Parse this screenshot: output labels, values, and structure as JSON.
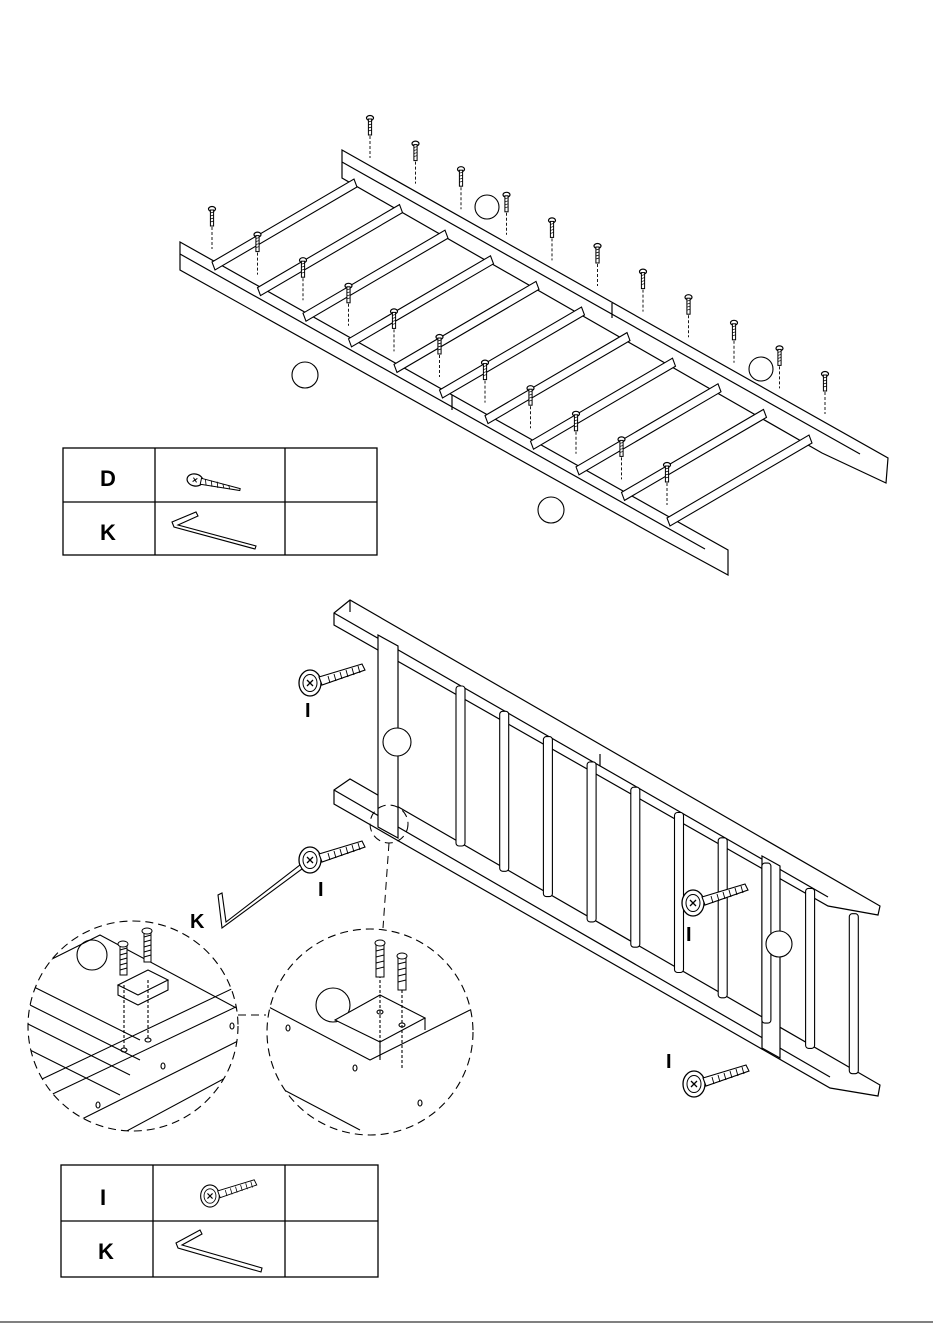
{
  "step1": {
    "parts_table": [
      {
        "code": "D",
        "icon": "screw-icon",
        "qty": ""
      },
      {
        "code": "K",
        "icon": "allen-key-icon",
        "qty": ""
      }
    ]
  },
  "step2": {
    "callout_screw": "I",
    "callout_key": "K",
    "parts_table": [
      {
        "code": "I",
        "icon": "bolt-icon",
        "qty": ""
      },
      {
        "code": "K",
        "icon": "allen-key-icon",
        "qty": ""
      }
    ]
  },
  "colors": {
    "line": "#000000",
    "background": "#ffffff"
  }
}
